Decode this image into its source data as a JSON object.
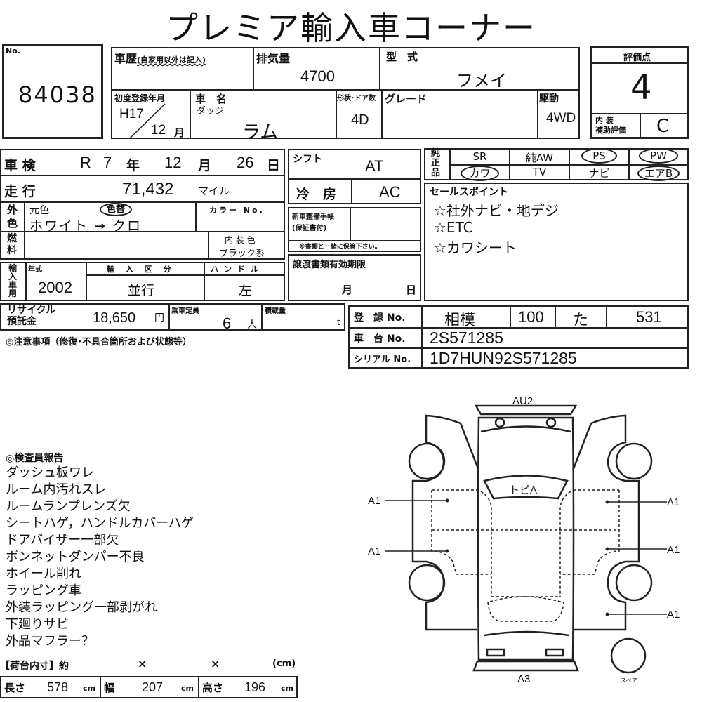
{
  "title": "プレミア輸入車コーナー",
  "no": {
    "label": "No.",
    "value": "84038"
  },
  "history": {
    "label": "車歴",
    "note": "(自家用以外は記入)",
    "value": ""
  },
  "displacement": {
    "label": "排気量",
    "value": "4700"
  },
  "model": {
    "label": "型　式",
    "value": "フメイ"
  },
  "first_reg": {
    "label": "初度登録年月",
    "year": "H17",
    "month": "12",
    "month_unit": "月"
  },
  "car_name": {
    "label": "車　名",
    "maker": "ダッジ",
    "value": "ラム"
  },
  "doors": {
    "label": "形状･ドア数",
    "value": "4D"
  },
  "grade": {
    "label": "グレード",
    "value": ""
  },
  "drive": {
    "label": "駆動",
    "value": "4WD"
  },
  "score": {
    "label": "評価点",
    "value": "4",
    "interior_label": "内 装\n補助評価",
    "interior_value": "C"
  },
  "shaken": {
    "label": "車 検",
    "era": "R",
    "year": "7",
    "year_unit": "年",
    "month": "12",
    "month_unit": "月",
    "day": "26",
    "day_unit": "日"
  },
  "mileage": {
    "label": "走 行",
    "value": "71,432",
    "unit": "マイル"
  },
  "color": {
    "label": "外\n色",
    "orig_label": "元色",
    "changed": "色替",
    "value": "ホワイト → クロ",
    "code_label": "カラー No."
  },
  "fuel": {
    "label": "燃\n料",
    "interior_color_label": "内 装 色",
    "interior_color": "ブラック系"
  },
  "import": {
    "label": "輸入車用",
    "year_label": "年式",
    "year": "2002",
    "type_label": "輸 入 区 分",
    "type": "並行",
    "handle_label": "ハンドル",
    "handle": "左"
  },
  "recycle": {
    "label": "リサイクル\n預託金",
    "value": "18,650",
    "unit": "円"
  },
  "capacity": {
    "label": "乗車定員",
    "value": "6",
    "unit": "人"
  },
  "load": {
    "label": "積載量",
    "unit": "t"
  },
  "caution": "◎注意事項（修復･不具合箇所および状態等）",
  "shift": {
    "label": "シフト",
    "value": "AT"
  },
  "aircon": {
    "label": "冷　房",
    "value": "AC"
  },
  "maint_book": {
    "label": "新車整備手帳\n(保証書付)",
    "note": "※書類と一緒に保管下さい。"
  },
  "transfer": {
    "label": "譲渡書類有効期限",
    "month": "月",
    "day": "日"
  },
  "equipment": {
    "label": "純\n正\n品",
    "row1": [
      "SR",
      "純AW",
      "PS",
      "PW"
    ],
    "row2": [
      "カワ",
      "TV",
      "ナビ",
      "エアB"
    ]
  },
  "sales": {
    "label": "セールスポイント",
    "items": [
      "☆社外ナビ・地デジ",
      "☆ETC",
      "☆カワシート"
    ]
  },
  "registration": {
    "reg_label": "登　録 No.",
    "reg": [
      "相模",
      "100",
      "た",
      "531"
    ],
    "chassis_label": "車　台 No.",
    "chassis": "2S571285",
    "serial_label": "シリアル No.",
    "serial": "1D7HUN92S571285"
  },
  "report": {
    "title": "◎検査員報告",
    "items": [
      "ダッシュ板ワレ",
      "ルーム内汚れスレ",
      "ルームランプレンズ欠",
      "シートハゲ，ハンドルカバーハゲ",
      "ドアバイザー一部欠",
      "ボンネットダンパー不良",
      "ホイール削れ",
      "ラッピング車",
      "外装ラッピング一部剥がれ",
      "下廻りサビ",
      "外品マフラー？"
    ]
  },
  "cargo": {
    "label": "【荷台内寸】約",
    "x1": "×",
    "x2": "×",
    "unit_paren": "(cm)",
    "length_label": "長さ",
    "length": "578",
    "width_label": "幅",
    "width": "207",
    "height_label": "高さ",
    "height": "196",
    "unit": "cm"
  },
  "diagram": {
    "front": "AU2",
    "rear": "A3",
    "windshield": "トピA",
    "marks": [
      "A1",
      "A1",
      "A1",
      "A1",
      "A1"
    ],
    "spare": "スペア"
  }
}
